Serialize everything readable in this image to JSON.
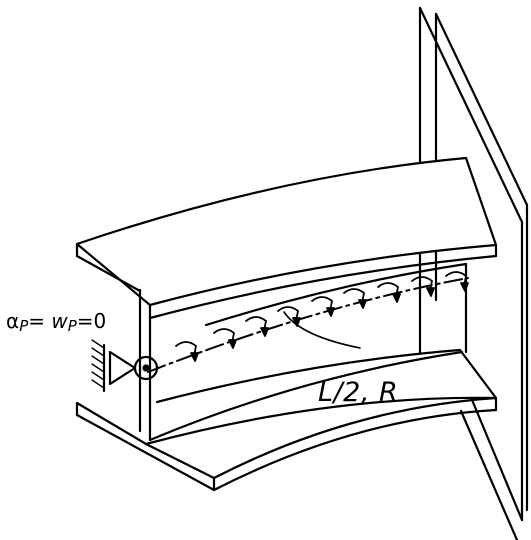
{
  "labels": {
    "support_alpha": "α",
    "support_alpha_sub": "P",
    "support_eq1": "= ",
    "support_w": "w",
    "support_w_sub": "P",
    "support_eq2": "=0",
    "span": "L/2, R"
  },
  "icons": {
    "fixed_support": "fixed-wall-icon",
    "pinned_support": "pin-support-icon",
    "load_marker": "torque-arrow-icon"
  },
  "colors": {
    "stroke": "#000000",
    "background": "#ffffff"
  }
}
